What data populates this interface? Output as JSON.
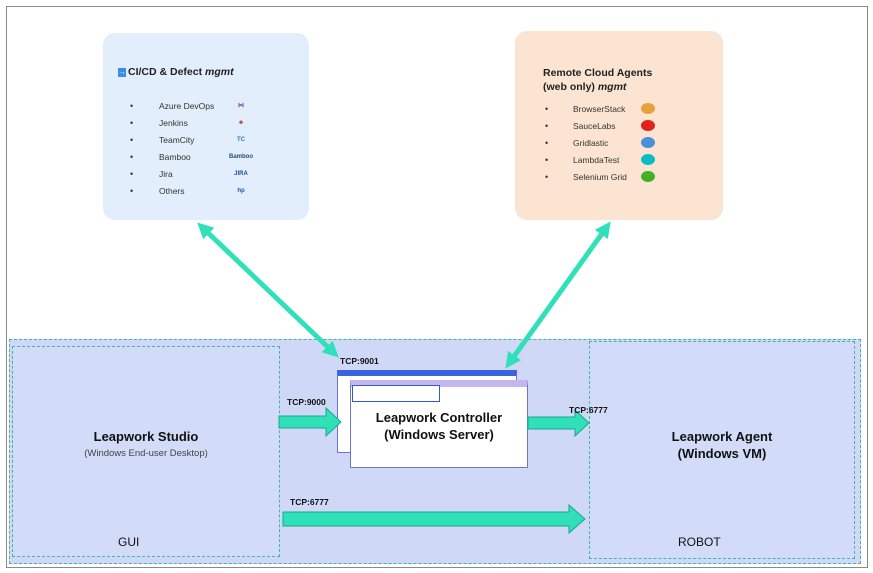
{
  "ci_panel": {
    "title": "CI/CD & Defect",
    "title_em": "mgmt",
    "items": [
      {
        "label": "Azure DevOps",
        "logo": "visual-studio-icon",
        "logo_text": "⋈",
        "logo_color": "#7a3fb5"
      },
      {
        "label": "Jenkins",
        "logo": "jenkins-icon",
        "logo_text": "☻",
        "logo_color": "#b24a3a"
      },
      {
        "label": "TeamCity",
        "logo": "teamcity-icon",
        "logo_text": "TC",
        "logo_color": "#1b7fd6"
      },
      {
        "label": "Bamboo",
        "logo": "bamboo-logo",
        "logo_text": "Bamboo",
        "logo_color": "#205081"
      },
      {
        "label": "Jira",
        "logo": "jira-logo",
        "logo_text": "JIRA",
        "logo_color": "#205081"
      },
      {
        "label": "Others",
        "logo": "hp-logo",
        "logo_text": "hp",
        "logo_color": "#1a5eab"
      }
    ]
  },
  "cloud_panel": {
    "title_line1": "Remote Cloud Agents",
    "title_line2": "(web only)",
    "title_em": "mgmt",
    "items": [
      {
        "label": "BrowserStack",
        "logo": "browserstack-icon",
        "logo_color": "#e8a23c"
      },
      {
        "label": "SauceLabs",
        "logo": "saucelabs-icon",
        "logo_color": "#e2231a"
      },
      {
        "label": "Gridlastic",
        "logo": "gridlastic-icon",
        "logo_color": "#4a8fd8"
      },
      {
        "label": "LambdaTest",
        "logo": "lambdatest-icon",
        "logo_color": "#0ebac5"
      },
      {
        "label": "Selenium Grid",
        "logo": "selenium-icon",
        "logo_color": "#43b02a"
      }
    ]
  },
  "studio": {
    "title": "Leapwork Studio",
    "subtitle": "(Windows End-user Desktop)",
    "footer": "GUI"
  },
  "controller": {
    "title_line1": "Leapwork Controller",
    "title_line2": "(Windows Server)"
  },
  "agent": {
    "title_line1": "Leapwork Agent",
    "title_line2": "(Windows VM)",
    "footer": "ROBOT"
  },
  "connections": {
    "controller_port": "TCP:9001",
    "studio_to_controller": "TCP:9000",
    "controller_to_agent": "TCP:6777",
    "studio_to_agent": "TCP:6777"
  },
  "colors": {
    "arrow": "#2fe0b8",
    "arrow_stroke": "#1aa98c",
    "zone_border": "#3fb6a8",
    "ci_panel_bg": "#e2eefb",
    "cloud_panel_bg": "#fbe5d2"
  }
}
